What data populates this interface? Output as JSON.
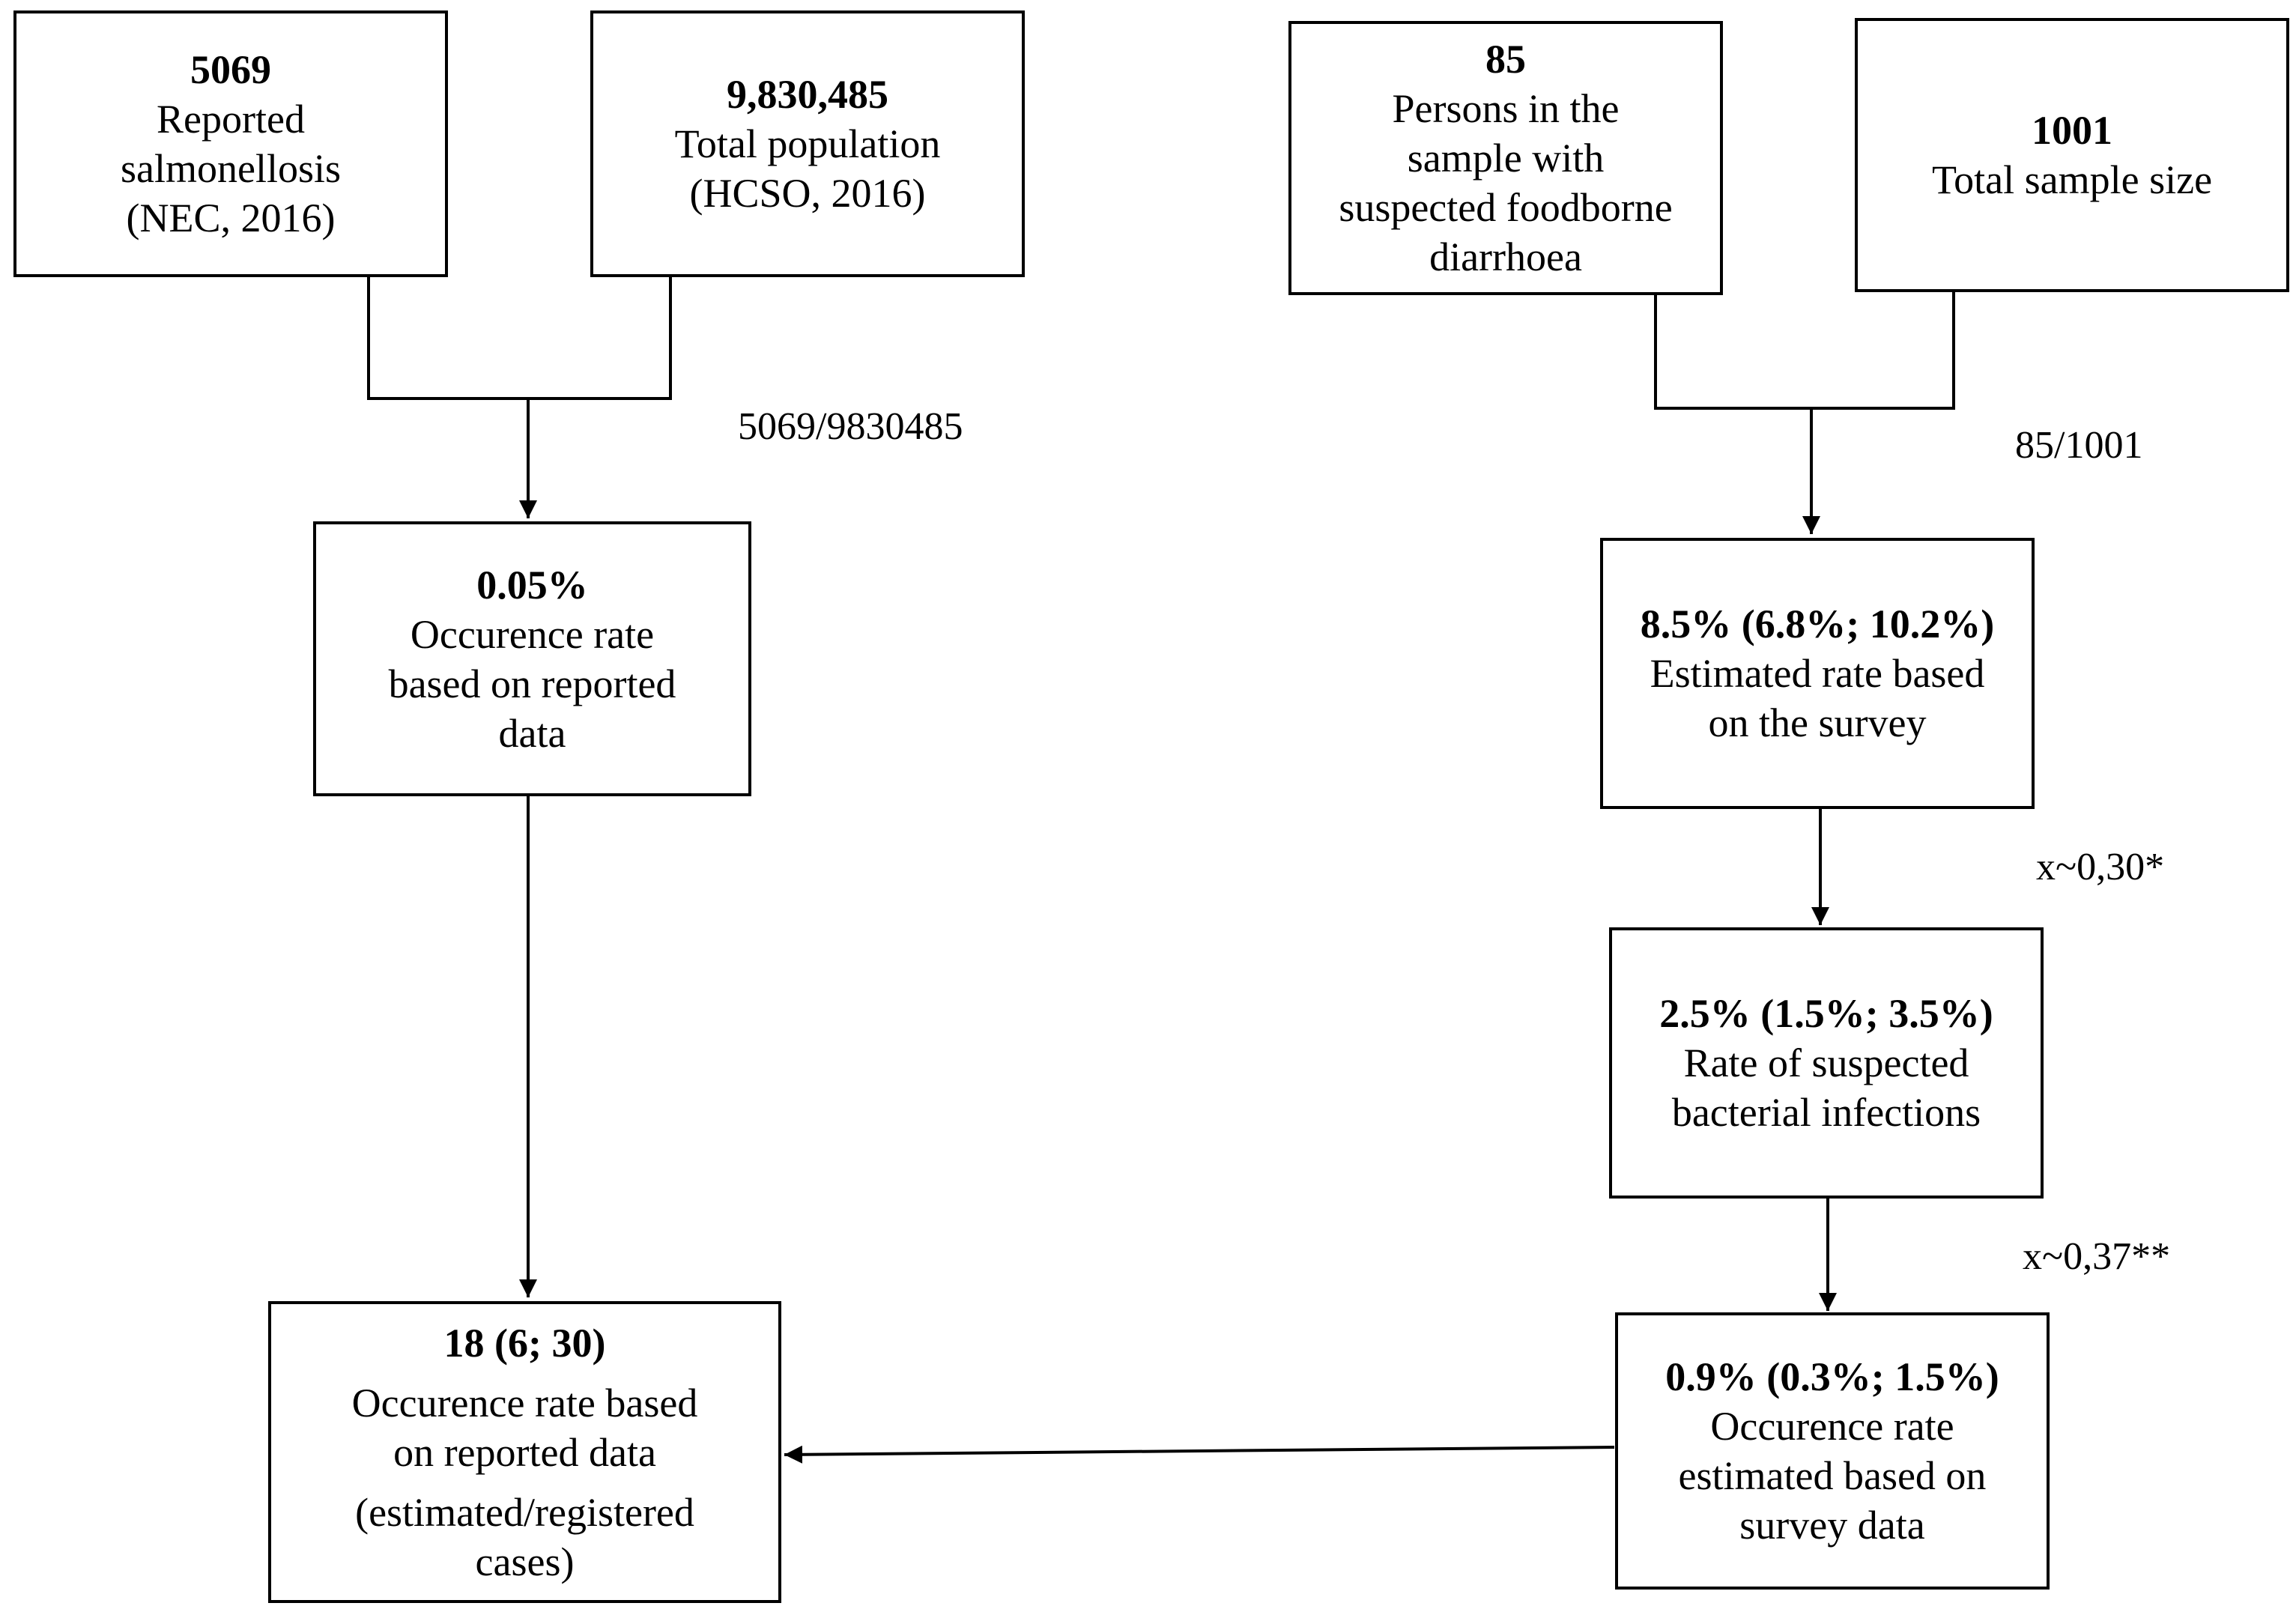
{
  "left": {
    "reported": {
      "value": "5069",
      "line1": "Reported",
      "line2": "salmonellosis",
      "source": "(NEC, 2016)"
    },
    "population": {
      "value": "9,830,485",
      "label": "Total population",
      "source": "(HCSO, 2016)"
    },
    "formula": "5069/9830485",
    "rate": {
      "value": "0.05%",
      "line1": "Occurence rate",
      "line2": "based on reported",
      "line3": "data"
    },
    "final": {
      "value": "18 (6; 30)",
      "line1": "Occurence rate based",
      "line2": "on reported data",
      "line3": "(estimated/registered",
      "line4": "cases)"
    }
  },
  "right": {
    "persons": {
      "value": "85",
      "line1": "Persons in the",
      "line2": "sample with",
      "line3": "suspected foodborne",
      "line4": "diarrhoea"
    },
    "sample": {
      "value": "1001",
      "label": "Total sample size"
    },
    "formula": "85/1001",
    "estimated": {
      "value": "8.5%  (6.8%; 10.2%)",
      "line1": "Estimated rate based",
      "line2": "on the survey"
    },
    "factor1": "x~0,30*",
    "bacterial": {
      "value": "2.5%  (1.5%; 3.5%)",
      "line1": "Rate of suspected",
      "line2": "bacterial infections"
    },
    "factor2": "x~0,37**",
    "survey_rate": {
      "value": "0.9% (0.3%; 1.5%)",
      "line1": "Occurence rate",
      "line2": "estimated based on",
      "line3": "survey data"
    }
  }
}
